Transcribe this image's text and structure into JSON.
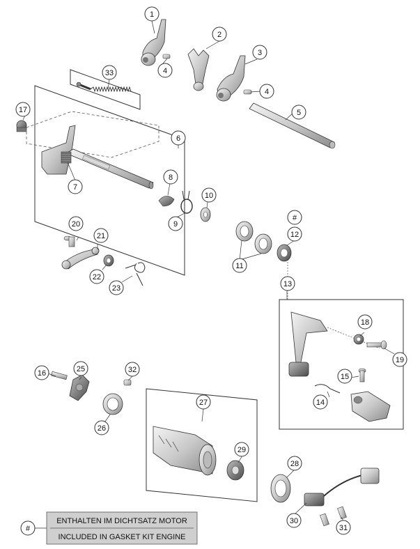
{
  "callouts": {
    "c1": "1",
    "c2": "2",
    "c3": "3",
    "c4a": "4",
    "c4b": "4",
    "c5": "5",
    "c6": "6",
    "c7": "7",
    "c8": "8",
    "c9": "9",
    "c10": "10",
    "c11": "11",
    "c12": "12",
    "c12hash": "#",
    "c13": "13",
    "c14": "14",
    "c15": "15",
    "c16": "16",
    "c17": "17",
    "c18": "18",
    "c19": "19",
    "c20": "20",
    "c21": "21",
    "c22": "22",
    "c23": "23",
    "c25": "25",
    "c26": "26",
    "c27": "27",
    "c28": "28",
    "c29": "29",
    "c30": "30",
    "c31": "31",
    "c32": "32",
    "c33": "33"
  },
  "legend": {
    "symbol": "#",
    "line1": "ENTHALTEN IM DICHTSATZ MOTOR",
    "line2": "INCLUDED IN GASKET KIT ENGINE"
  }
}
